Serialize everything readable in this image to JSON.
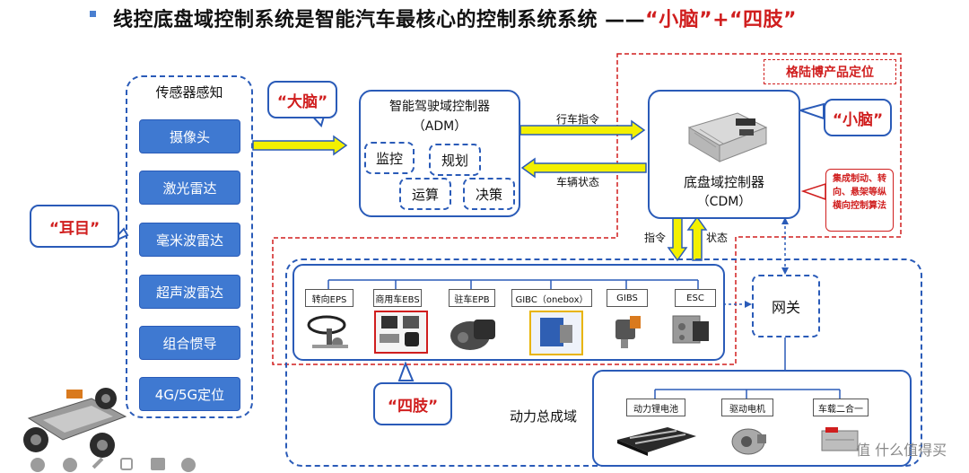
{
  "title": {
    "main": "线控底盘域控制系统是智能汽车最核心的控制系统系统 ——",
    "highlight": "“小脑”+“四肢”"
  },
  "sensors": {
    "header": "传感器感知",
    "items": [
      "摄像头",
      "激光雷达",
      "毫米波雷达",
      "超声波雷达",
      "组合惯导",
      "4G/5G定位"
    ]
  },
  "callouts": {
    "ears_eyes": "“耳目”",
    "big_brain": "“大脑”",
    "small_brain": "“小脑”",
    "limbs": "“四肢”"
  },
  "adm": {
    "title": "智能驾驶域控制器",
    "subtitle": "（ADM）",
    "functions": [
      "监控",
      "规划",
      "运算",
      "决策"
    ]
  },
  "arrows": {
    "drive_cmd": "行车指令",
    "vehicle_state": "车辆状态",
    "command": "指令",
    "state": "状态"
  },
  "product_box": {
    "label": "格陆博产品定位"
  },
  "cdm": {
    "title": "底盘域控制器",
    "subtitle": "（CDM）",
    "note": "集成制动、转向、悬架等纵横向控制算法"
  },
  "actuators": [
    "转向EPS",
    "商用车EBS",
    "驻车EPB",
    "GIBC（onebox）",
    "GIBS",
    "ESC"
  ],
  "gateway": "网关",
  "powertrain": {
    "label": "动力总成域",
    "items": [
      "动力锂电池",
      "驱动电机",
      "车载二合一"
    ]
  },
  "watermark": "值 什么值得买",
  "colors": {
    "accent": "#2a5bb8",
    "highlight": "#d01e1e",
    "arrow_fill": "#f3f000",
    "arrow_edge": "#2a5bb8"
  }
}
